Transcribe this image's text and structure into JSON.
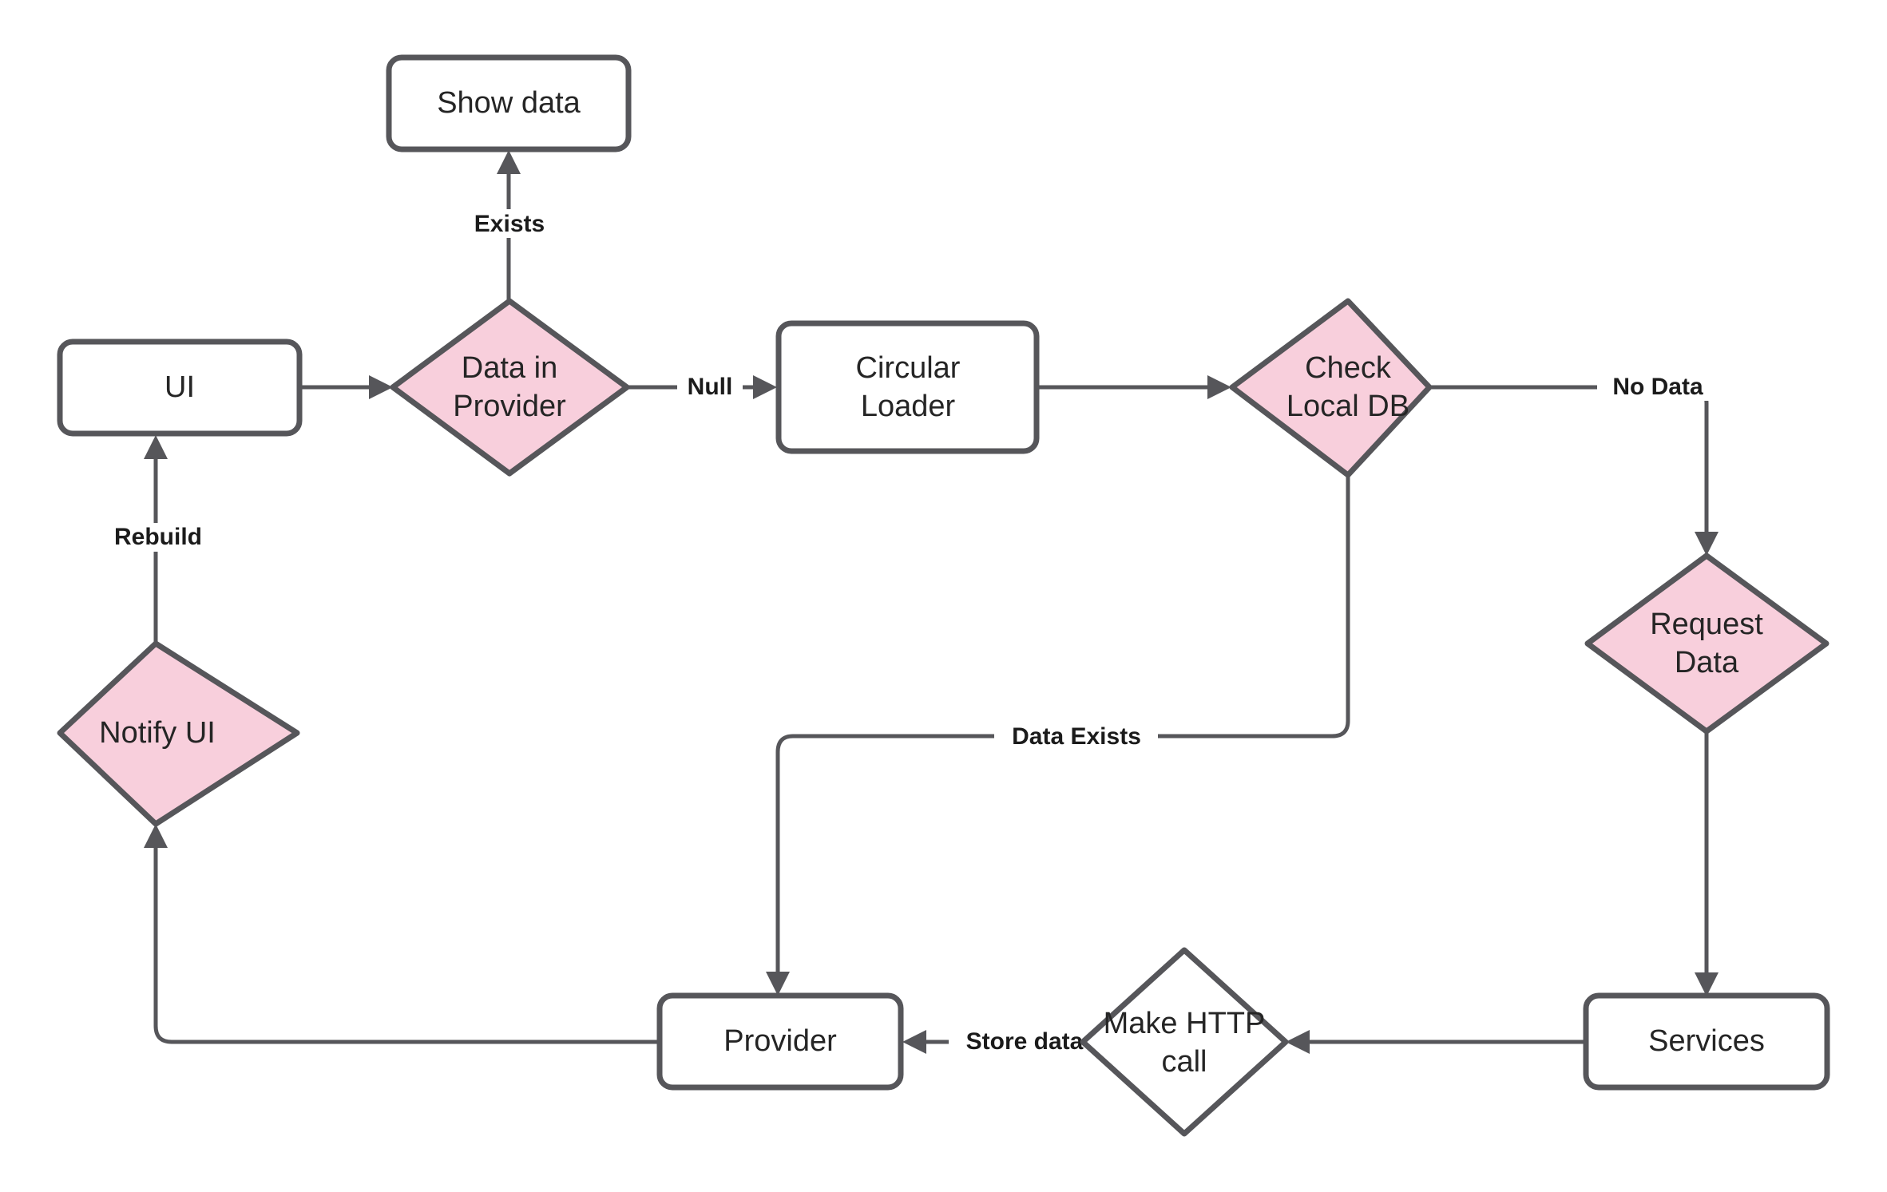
{
  "diagram": {
    "type": "flowchart",
    "title": "",
    "background_color": "#ffffff",
    "node_border_color": "#56565a",
    "decision_fill_color": "#f8cfdc",
    "process_fill_color": "#ffffff",
    "edge_color": "#56565a",
    "label_text_color": "#252525",
    "edge_label_text_color": "#1b1b1b",
    "nodes": [
      {
        "id": "show-data",
        "label": "Show data",
        "shape": "rounded-rect",
        "fill": "white"
      },
      {
        "id": "ui",
        "label": "UI",
        "shape": "rounded-rect",
        "fill": "white"
      },
      {
        "id": "data-in-provider",
        "label_line1": "Data in",
        "label_line2": "Provider",
        "shape": "diamond",
        "fill": "pink"
      },
      {
        "id": "circular-loader",
        "label_line1": "Circular",
        "label_line2": "Loader",
        "shape": "rounded-rect",
        "fill": "white"
      },
      {
        "id": "check-local-db",
        "label_line1": "Check",
        "label_line2": "Local DB",
        "shape": "diamond",
        "fill": "pink"
      },
      {
        "id": "request-data",
        "label_line1": "Request",
        "label_line2": "Data",
        "shape": "diamond",
        "fill": "pink"
      },
      {
        "id": "notify-ui",
        "label": "Notify UI",
        "shape": "diamond",
        "fill": "pink"
      },
      {
        "id": "provider",
        "label": "Provider",
        "shape": "rounded-rect",
        "fill": "white"
      },
      {
        "id": "make-http-call",
        "label_line1": "Make HTTP",
        "label_line2": "call",
        "shape": "diamond",
        "fill": "white"
      },
      {
        "id": "services",
        "label": "Services",
        "shape": "rounded-rect",
        "fill": "white"
      }
    ],
    "edges": [
      {
        "id": "ui-to-data-in-provider",
        "from": "ui",
        "to": "data-in-provider",
        "label": ""
      },
      {
        "id": "data-in-provider-to-show-data",
        "from": "data-in-provider",
        "to": "show-data",
        "label": "Exists"
      },
      {
        "id": "data-in-provider-to-loader",
        "from": "data-in-provider",
        "to": "circular-loader",
        "label": "Null"
      },
      {
        "id": "loader-to-check-local-db",
        "from": "circular-loader",
        "to": "check-local-db",
        "label": ""
      },
      {
        "id": "check-local-db-to-request-data",
        "from": "check-local-db",
        "to": "request-data",
        "label": "No Data"
      },
      {
        "id": "check-local-db-to-provider",
        "from": "check-local-db",
        "to": "provider",
        "label": "Data Exists"
      },
      {
        "id": "request-data-to-services",
        "from": "request-data",
        "to": "services",
        "label": ""
      },
      {
        "id": "services-to-make-http-call",
        "from": "services",
        "to": "make-http-call",
        "label": ""
      },
      {
        "id": "make-http-call-to-provider",
        "from": "make-http-call",
        "to": "provider",
        "label": "Store data"
      },
      {
        "id": "provider-to-notify-ui",
        "from": "provider",
        "to": "notify-ui",
        "label": ""
      },
      {
        "id": "notify-ui-to-ui",
        "from": "notify-ui",
        "to": "ui",
        "label": "Rebuild"
      }
    ],
    "edge_labels": {
      "exists": "Exists",
      "null": "Null",
      "no_data": "No Data",
      "data_exists": "Data Exists",
      "store_data": "Store data",
      "rebuild": "Rebuild"
    }
  }
}
